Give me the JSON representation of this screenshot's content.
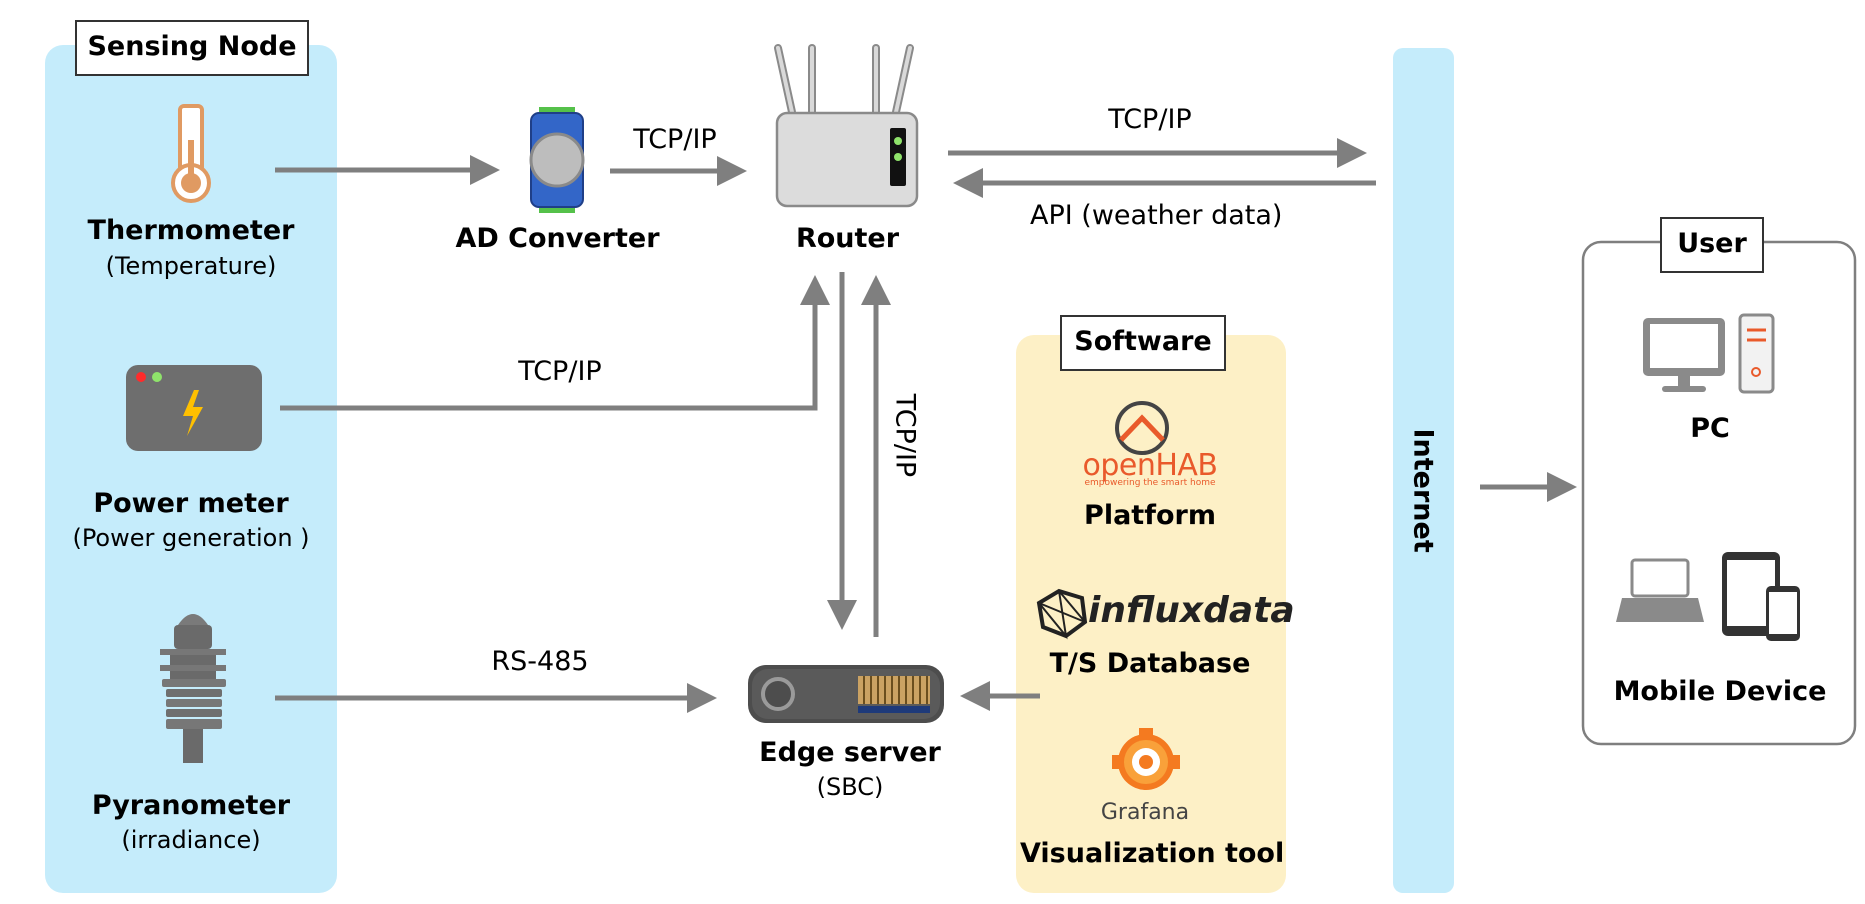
{
  "groups": {
    "sensing_node": "Sensing Node",
    "software": "Software",
    "user": "User",
    "internet": "Internet"
  },
  "nodes": {
    "thermometer": {
      "title": "Thermometer",
      "subtitle": "(Temperature)"
    },
    "power_meter": {
      "title": "Power meter",
      "subtitle": "(Power generation )"
    },
    "pyranometer": {
      "title": "Pyranometer",
      "subtitle": "(irradiance)"
    },
    "ad_converter": {
      "title": "AD Converter"
    },
    "router": {
      "title": "Router"
    },
    "edge_server": {
      "title": "Edge server",
      "subtitle": "(SBC)"
    },
    "platform": {
      "title": "Platform",
      "logo_text": "openHAB",
      "logo_tagline": "empowering the smart home"
    },
    "tsdb": {
      "title": "T/S Database",
      "logo_text": "influxdata"
    },
    "visualization": {
      "title": "Visualization tool",
      "logo_text": "Grafana"
    },
    "pc": {
      "title": "PC"
    },
    "mobile": {
      "title": "Mobile Device"
    }
  },
  "links": {
    "adc_router": "TCP/IP",
    "router_internet": "TCP/IP",
    "internet_router": "API (weather data)",
    "power_router": "TCP/IP",
    "router_edge": "TCP/IP",
    "pyranometer_edge": "RS-485"
  },
  "colors": {
    "sensing_bg": "#c5ecfb",
    "internet_bg": "#c5ecfb",
    "software_bg": "#fdf0c6",
    "arrow": "#7f7f7f",
    "thermo": "#e09a62",
    "openhab_orange": "#e95a2b",
    "grafana_orange": "#f47a20"
  }
}
